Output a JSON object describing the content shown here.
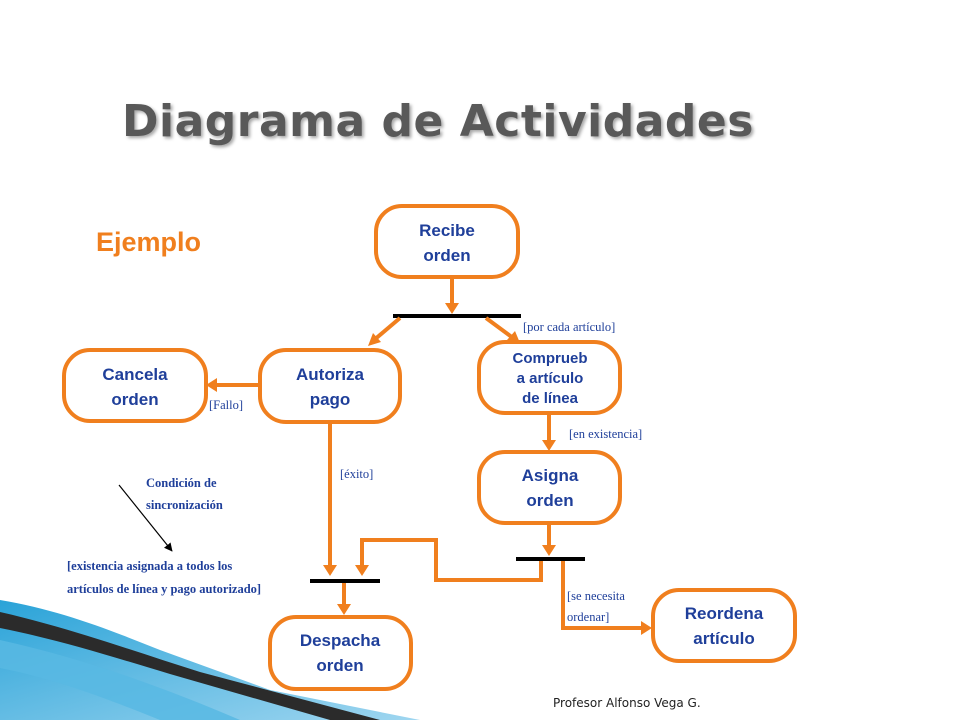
{
  "slide": {
    "title": "Diagrama de Actividades",
    "subtitle": "Ejemplo",
    "footer": "Profesor Alfonso Vega G."
  },
  "activities": {
    "recibe": [
      "Recibe",
      "orden"
    ],
    "cancela": [
      "Cancela",
      "orden"
    ],
    "autoriza": [
      "Autoriza",
      "pago"
    ],
    "comprueba": [
      "Comprueb",
      "a artículo",
      "de línea"
    ],
    "asigna": [
      "Asigna",
      "orden"
    ],
    "reordena": [
      "Reordena",
      "artículo"
    ],
    "despacha": [
      "Despacha",
      "orden"
    ]
  },
  "guards": {
    "por_cada_articulo": "[por cada artículo]",
    "fallo": "[Fallo]",
    "en_existencia": "[en existencia]",
    "exito": "[éxito]",
    "se_necesita": [
      "[se necesita",
      "ordenar]"
    ]
  },
  "annotations": {
    "condicion": [
      "Condición de",
      "sincronización"
    ],
    "existencia": [
      "[existencia asignada a todos los",
      "artículos de línea y pago autorizado]"
    ]
  },
  "colors": {
    "accent": "#f07f1e",
    "node_text": "#1f3f9a",
    "title": "#595959",
    "bar": "#000000"
  }
}
